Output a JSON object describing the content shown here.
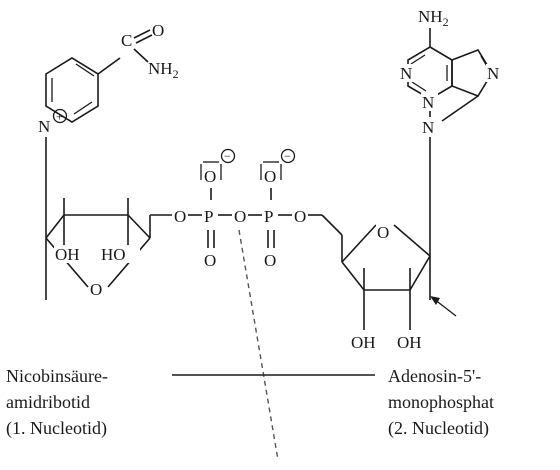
{
  "nicotinamide": {
    "carbon_label": "C",
    "oxygen_label": "O",
    "amide_label": "NH",
    "amide_sub": "2",
    "ring_nitrogen": "N",
    "charge_plus": "+"
  },
  "ribose_left": {
    "oh_left": "OH",
    "oh_right": "HO",
    "ring_oxygen": "O"
  },
  "phosphate": {
    "o_link_left": "O",
    "p_left": "P",
    "o_bridge": "O",
    "p_right": "P",
    "o_link_right": "O",
    "o_top_left": "O",
    "o_top_right": "O",
    "o_bottom_left": "O",
    "o_bottom_right": "O",
    "minus": "−"
  },
  "adenine": {
    "amino_label": "NH",
    "amino_sub": "2",
    "n1": "N",
    "n3": "N",
    "n7": "N",
    "n9": "N"
  },
  "ribose_right": {
    "ring_oxygen": "O",
    "oh_left": "OH",
    "oh_right": "OH"
  },
  "labels": {
    "left_line1": "Nicobinsäure-",
    "left_line2": "amidribotid",
    "left_line3": "(1. Nucleotid)",
    "right_line1": "Adenosin-5'-",
    "right_line2": "monophosphat",
    "right_line3": "(2. Nucleotid)"
  }
}
